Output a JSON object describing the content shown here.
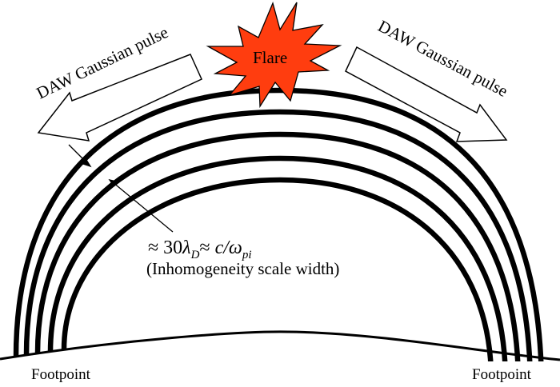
{
  "figure": {
    "type": "schematic",
    "description": "Coronal loop with flare at apex launching DAW Gaussian pulses along nested magnetic flux tubes"
  },
  "flare": {
    "label": "Flare",
    "fill_color": "#ff3d0f",
    "stroke_color": "#000000"
  },
  "pulse_left": {
    "label": "DAW Gaussian pulse",
    "direction": "left"
  },
  "pulse_right": {
    "label": "DAW Gaussian pulse",
    "direction": "right"
  },
  "annotation": {
    "formula_prefix": "≈ 30",
    "lambda": "λ",
    "lambda_sub": "D",
    "approx": "≈ ",
    "c_over_omega": "c/ω",
    "omega_sub": "pi",
    "caption": "(Inhomogeneity scale width)"
  },
  "footpoints": {
    "left_label": "Footpoint",
    "right_label": "Footpoint"
  },
  "loop": {
    "arc_count": 5,
    "arc_color": "#000000"
  }
}
